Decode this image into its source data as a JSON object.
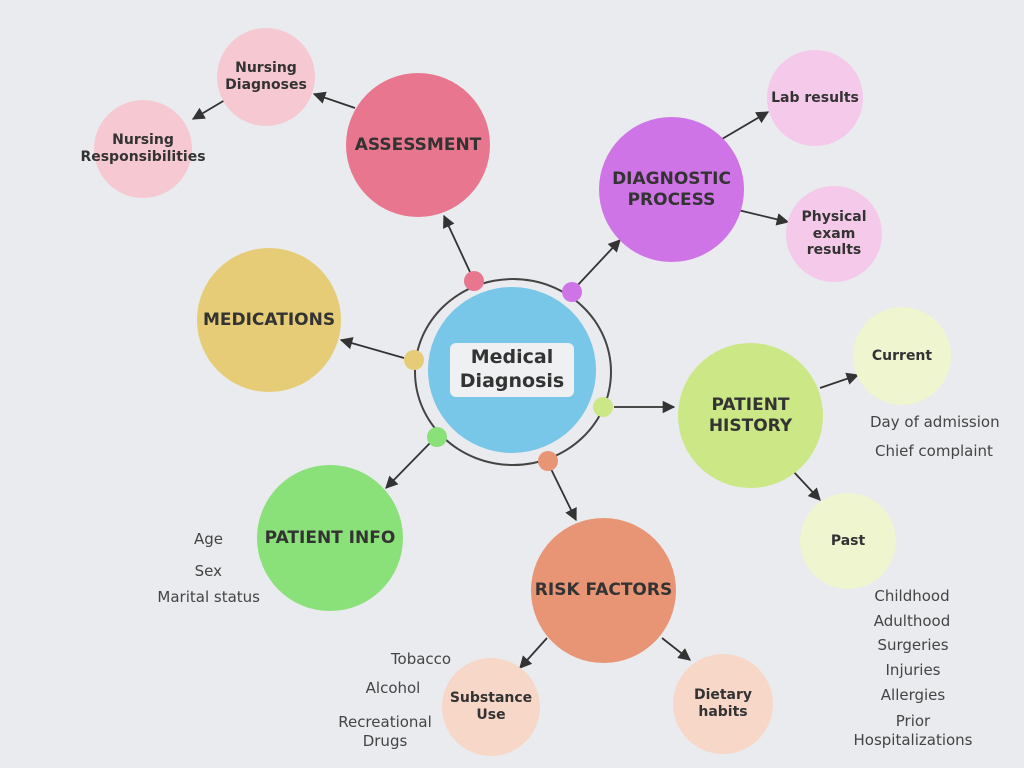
{
  "center": {
    "label_line1": "Medical",
    "label_line2": "Diagnosis"
  },
  "nodes": {
    "assessment": "ASSESSMENT",
    "nursing_diagnoses_1": "Nursing",
    "nursing_diagnoses_2": "Diagnoses",
    "nursing_responsibilities_1": "Nursing",
    "nursing_responsibilities_2": "Responsibilities",
    "diagnostic_process_1": "DIAGNOSTIC",
    "diagnostic_process_2": "PROCESS",
    "lab_results": "Lab results",
    "physical_exam_1": "Physical",
    "physical_exam_2": "exam results",
    "medications": "MEDICATIONS",
    "patient_history_1": "PATIENT",
    "patient_history_2": "HISTORY",
    "current": "Current",
    "past": "Past",
    "patient_info": "PATIENT INFO",
    "risk_factors": "RISK FACTORS",
    "substance_use_1": "Substance",
    "substance_use_2": "Use",
    "dietary_habits": "Dietary habits"
  },
  "notes": {
    "current": [
      "Day of admission",
      "Chief complaint"
    ],
    "past": [
      "Childhood",
      "Adulthood",
      "Surgeries",
      "Injuries",
      "Allergies",
      "Prior",
      "Hospitalizations"
    ],
    "patient_info": [
      "Age",
      "Sex",
      "Marital status"
    ],
    "substance": [
      "Tobacco",
      "Alcohol",
      "Recreational",
      "Drugs"
    ]
  },
  "colors": {
    "background": "#e9ebee",
    "center": "#78c6e8",
    "assessment": "#e8768e",
    "diagnostic_process": "#cf74e6",
    "medications": "#e6cc77",
    "patient_history": "#cce886",
    "patient_info": "#8ae079",
    "risk_factors": "#e79575",
    "nursing": "#f6c9d2",
    "diagnostic_sub": "#f5c9ea",
    "history_sub": "#eef5cf",
    "risk_sub": "#f7d7c8"
  }
}
